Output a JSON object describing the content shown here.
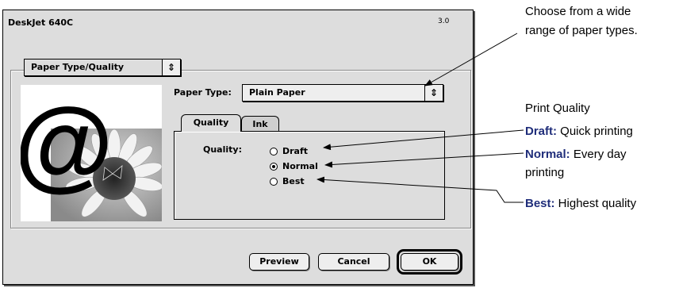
{
  "dialog": {
    "title": "DeskJet 640C",
    "version": "3.0",
    "section_popup": "Paper Type/Quality",
    "paper_type_label": "Paper Type:",
    "paper_type_value": "Plain Paper",
    "tabs": [
      {
        "label": "Quality"
      },
      {
        "label": "Ink"
      }
    ],
    "quality_label": "Quality:",
    "quality_options": [
      {
        "label": "Draft",
        "selected": false
      },
      {
        "label": "Normal",
        "selected": true
      },
      {
        "label": "Best",
        "selected": false
      }
    ],
    "buttons": {
      "preview": "Preview",
      "cancel": "Cancel",
      "ok": "OK"
    },
    "popup_arrow_glyph": "↕"
  },
  "callouts": {
    "paper_line1": "Choose from a wide",
    "paper_line2": "range of paper types.",
    "print_quality": "Print Quality",
    "draft_bold": "Draft:",
    "draft_text": " Quick printing",
    "normal_bold": "Normal:",
    "normal_text": " Every day",
    "normal_text2": "printing",
    "best_bold": "Best:",
    "best_text": " Highest quality"
  },
  "colors": {
    "callout_bold": "#1f2d7a",
    "dialog_bg": "#dddddd"
  }
}
